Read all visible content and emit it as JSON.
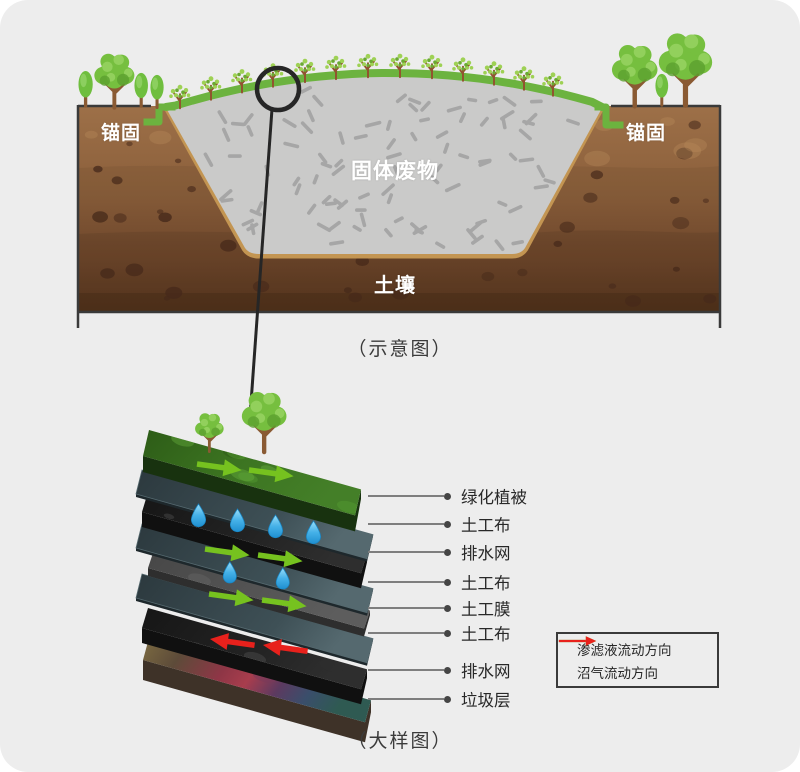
{
  "schematic": {
    "caption": "（示意图）",
    "anchor_left": "锚固",
    "anchor_right": "锚固",
    "solid_waste_label": "固体废物",
    "soil_label": "土壤"
  },
  "detail": {
    "caption": "（大样图）",
    "layers": [
      {
        "label": "绿化植被"
      },
      {
        "label": "土工布"
      },
      {
        "label": "排水网"
      },
      {
        "label": "土工布"
      },
      {
        "label": "土工膜"
      },
      {
        "label": "土工布"
      },
      {
        "label": "排水网"
      },
      {
        "label": "垃圾层"
      }
    ],
    "legend": [
      {
        "label": "渗滤液流动方向",
        "color": "#76c21f"
      },
      {
        "label": "沼气流动方向",
        "color": "#e8211c"
      }
    ]
  },
  "icons": {
    "magnifier-circle": "zoom callout circle with leader line and dot",
    "tree-icon": "round canopy tree",
    "cypress-icon": "small oval tree",
    "shrub-icon": "small twiggy bush on cover",
    "water-drop-icon": "blue teardrop",
    "flow-arrow-icon": "solid block arrow"
  },
  "colors": {
    "background": "#ededed",
    "cover_green": "#6cb33f",
    "waste_gray": "#cacac9",
    "soil_brown": "#8a5e3a",
    "liner_tan": "#c39552",
    "leachate_arrow": "#76c21f",
    "biogas_arrow": "#e8211c",
    "water_drop": "#45b1e8",
    "label_white": "#ffffff",
    "text_dark": "#2b2b2b"
  }
}
